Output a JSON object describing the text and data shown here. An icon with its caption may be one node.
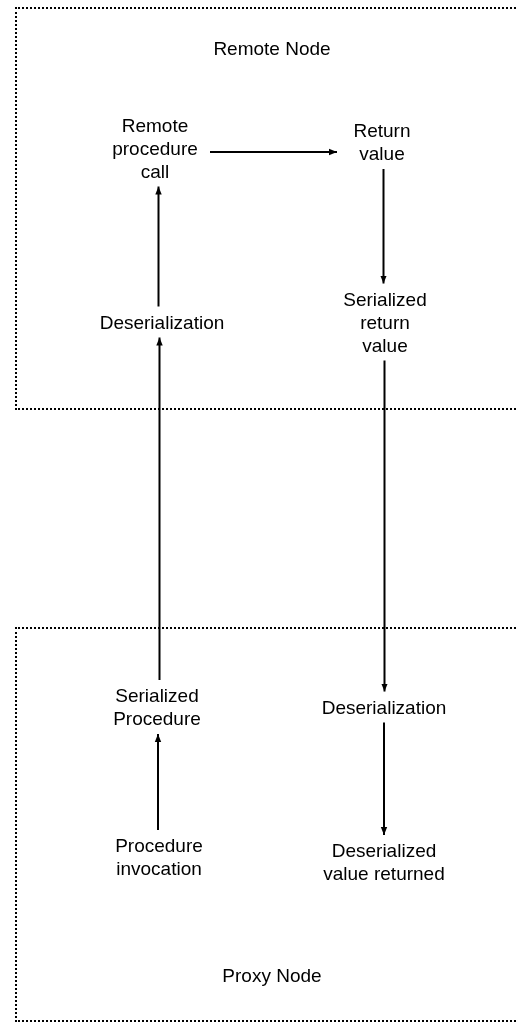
{
  "diagram": {
    "nodes": [
      {
        "text": [
          "Remote Node"
        ]
      },
      {
        "text": [
          "Remote procedure call"
        ],
        "in": 0
      },
      {
        "text": [
          "Return value"
        ],
        "in": 0
      },
      {
        "text": [
          "Deserialization"
        ],
        "in": 0
      },
      {
        "text": [
          "Serialized return value"
        ],
        "in": 0
      },
      {
        "text": [
          "Proxy Node"
        ]
      },
      {
        "text": [
          "Serialized Procedure"
        ],
        "in": 5
      },
      {
        "text": [
          "Deserialization"
        ],
        "in": 5
      },
      {
        "text": [
          "Procedure invocation"
        ],
        "in": 5
      },
      {
        "text": [
          "Deserialized value returned"
        ],
        "in": 5
      }
    ],
    "edges": [
      {
        "from": 1,
        "to": 2,
        "arrow": "to"
      },
      {
        "from": 3,
        "to": 1,
        "arrow": "to"
      },
      {
        "from": 2,
        "to": 4,
        "arrow": "to"
      },
      {
        "from": 6,
        "to": 3,
        "arrow": "to"
      },
      {
        "from": 4,
        "to": 7,
        "arrow": "to"
      },
      {
        "from": 7,
        "to": 9,
        "arrow": "to"
      },
      {
        "from": 8,
        "to": 6,
        "arrow": "to"
      }
    ]
  }
}
